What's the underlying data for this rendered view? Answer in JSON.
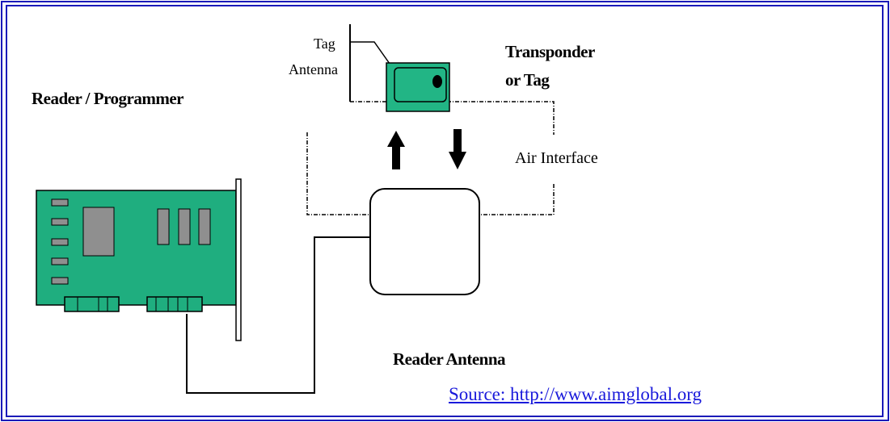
{
  "labels": {
    "tag_antenna_line1": "Tag",
    "tag_antenna_line2": "Antenna",
    "transponder_line1": "Transponder",
    "transponder_line2": "or Tag",
    "reader_programmer": "Reader / Programmer",
    "air_interface": "Air Interface",
    "reader_antenna": "Reader Antenna"
  },
  "source": {
    "text": "Source: http://www.aimglobal.org"
  },
  "colors": {
    "frame_border": "#1a1ab8",
    "board_green": "#1fae7f",
    "chip_gray": "#8f8f8f",
    "tag_green": "#22b585",
    "link_blue": "#1a1adb"
  }
}
